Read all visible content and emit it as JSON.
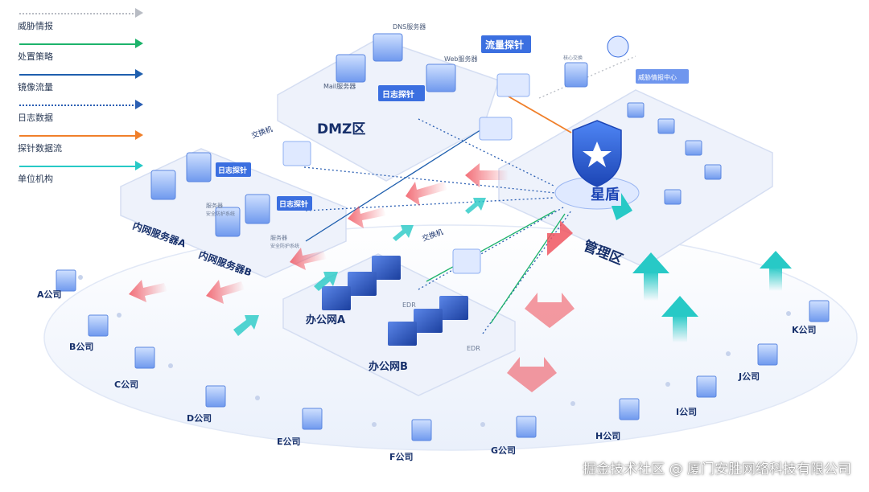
{
  "legend": [
    {
      "label": "威胁情报",
      "color": "#b8bcc4",
      "style": "dotted"
    },
    {
      "label": "处置策略",
      "color": "#1db36b",
      "style": "solid"
    },
    {
      "label": "镜像流量",
      "color": "#1f5fae",
      "style": "solid"
    },
    {
      "label": "日志数据",
      "color": "#2b5fb3",
      "style": "dotted"
    },
    {
      "label": "探针数据流",
      "color": "#f07f2a",
      "style": "solid"
    },
    {
      "label": "单位机构",
      "color": "#27c9c6",
      "style": "solid"
    }
  ],
  "zones": {
    "dmz": "DMZ区",
    "internal_a": "内网服务器A",
    "internal_b": "内网服务器B",
    "office_a": "办公网A",
    "office_b": "办公网B",
    "management": "管理区",
    "brand": "星盾"
  },
  "nodes": {
    "dns_server": "DNS服务器",
    "web_server": "Web服务器",
    "mail_server": "Mail服务器",
    "log_probe": "日志探针",
    "flow_probe": "流量探针",
    "switch": "交换机",
    "edr": "EDR",
    "threat_intel_center": "威胁情报中心",
    "server_label": "服务器",
    "security_label": "安全防护系统",
    "core_switch": "核心交换"
  },
  "companies": [
    "A公司",
    "B公司",
    "C公司",
    "D公司",
    "E公司",
    "F公司",
    "G公司",
    "H公司",
    "I公司",
    "J公司",
    "K公司"
  ],
  "footer": "掘金技术社区 @ 厦门安胜网络科技有限公司",
  "colors": {
    "platform": "#eef2fb",
    "platform_edge": "#d5def2",
    "accent_blue": "#3b6fe0",
    "label_blue": "#17306b",
    "arrow_red": "#f05560",
    "arrow_teal": "#27c9c6"
  }
}
